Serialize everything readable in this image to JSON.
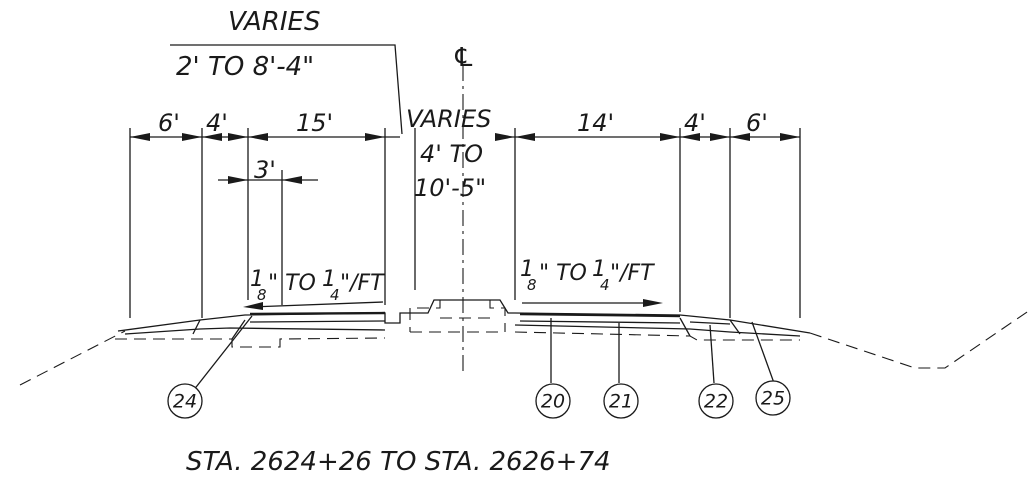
{
  "labels": {
    "varies_top": "VARIES",
    "varies_top_range": "2' TO 8'-4\"",
    "centerline": "℄",
    "dim_6_left": "6'",
    "dim_4_left": "4'",
    "dim_15": "15'",
    "varies_median": "VARIES",
    "median_range_1": "4' TO",
    "median_range_2": "10'-5\"",
    "dim_14": "14'",
    "dim_4_right": "4'",
    "dim_6_right": "6'",
    "dim_3": "3'",
    "slope_left_a": "1",
    "slope_left_b": "8",
    "slope_left_c": "\" TO",
    "slope_left_d": "1",
    "slope_left_e": "4",
    "slope_left_f": "\"/FT",
    "slope_right_a": "1",
    "slope_right_b": "8",
    "slope_right_c": "\" TO",
    "slope_right_d": "1",
    "slope_right_e": "4",
    "slope_right_f": "\"/FT",
    "station_range": "STA. 2624+26 TO STA. 2626+74"
  },
  "callouts": [
    "24",
    "20",
    "21",
    "22",
    "25"
  ]
}
